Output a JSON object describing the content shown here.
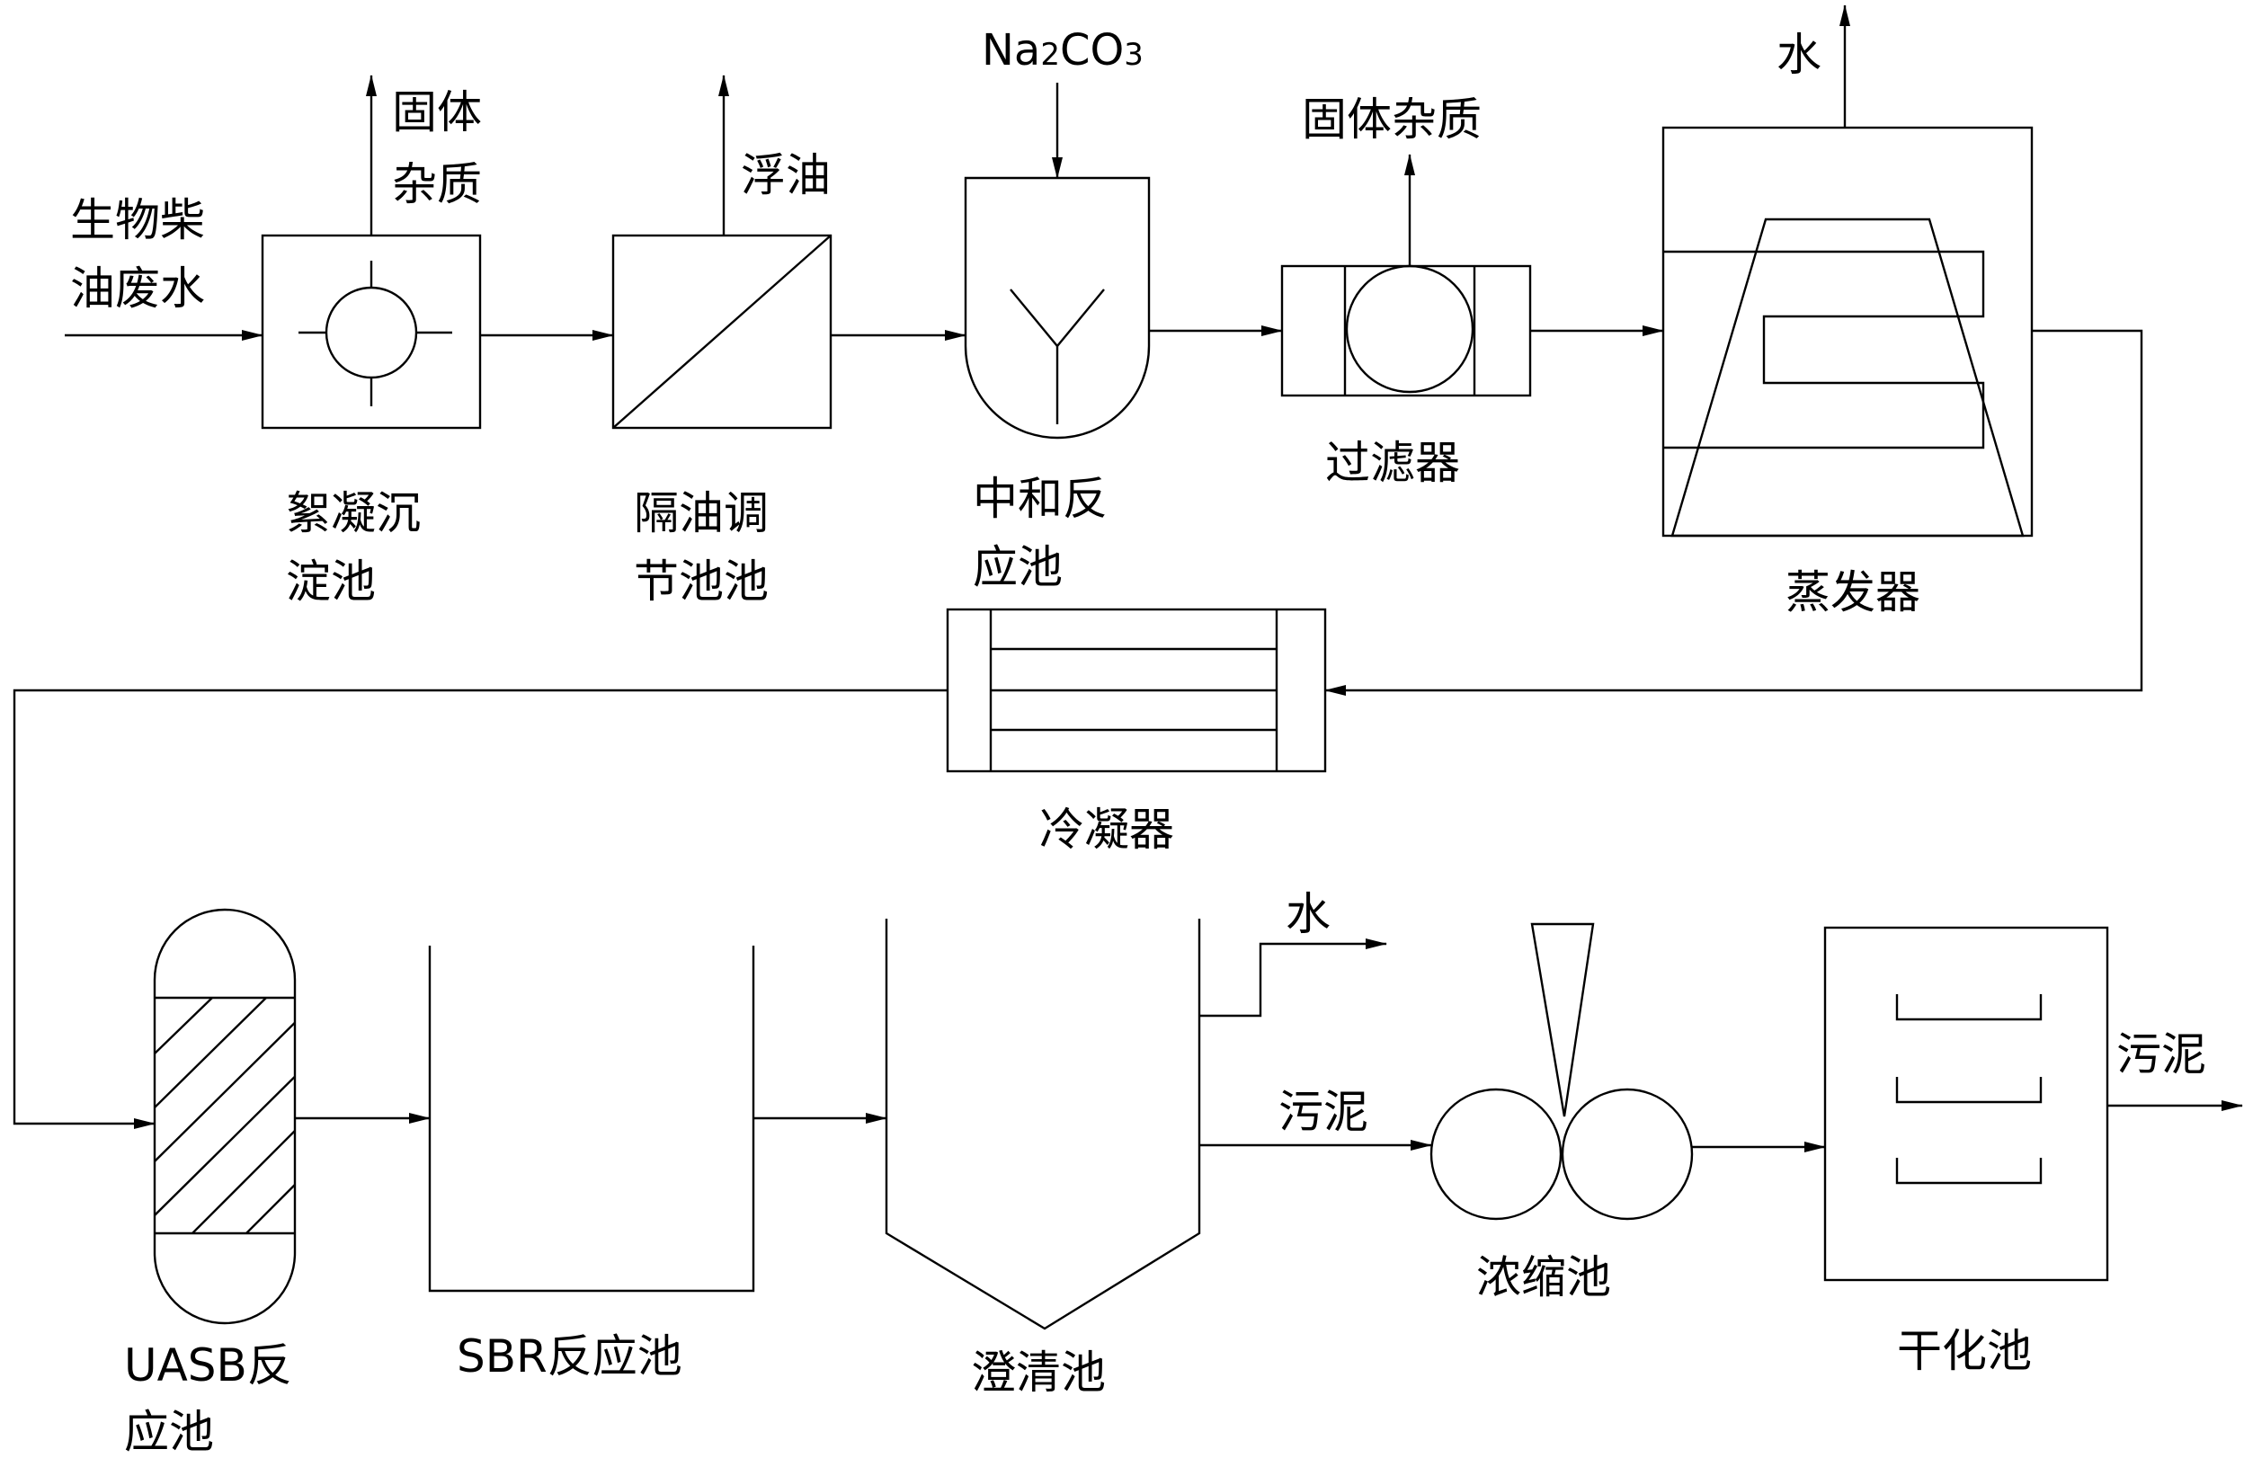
{
  "inputs": {
    "feed_line1": "生物柴",
    "feed_line2": "油废水",
    "reagent_base": "Na",
    "reagent_sub1": "2",
    "reagent_mid": "CO",
    "reagent_sub2": "3"
  },
  "units": {
    "flocculation_line1": "絮凝沉",
    "flocculation_line2": "淀池",
    "oil_sep_line1": "隔油调",
    "oil_sep_line2": "节池池",
    "neutral_line1": "中和反",
    "neutral_line2": "应池",
    "filter": "过滤器",
    "evaporator": "蒸发器",
    "condenser": "冷凝器",
    "uasb_line1": "UASB反",
    "uasb_line2": "应池",
    "sbr": "SBR反应池",
    "clarifier": "澄清池",
    "thickener": "浓缩池",
    "dryer": "干化池"
  },
  "outputs": {
    "solids1_line1": "固体",
    "solids1_line2": "杂质",
    "oil": "浮油",
    "solids2": "固体杂质",
    "water_top": "水",
    "water_clarifier": "水",
    "sludge_clarifier": "污泥",
    "sludge_final": "污泥"
  }
}
